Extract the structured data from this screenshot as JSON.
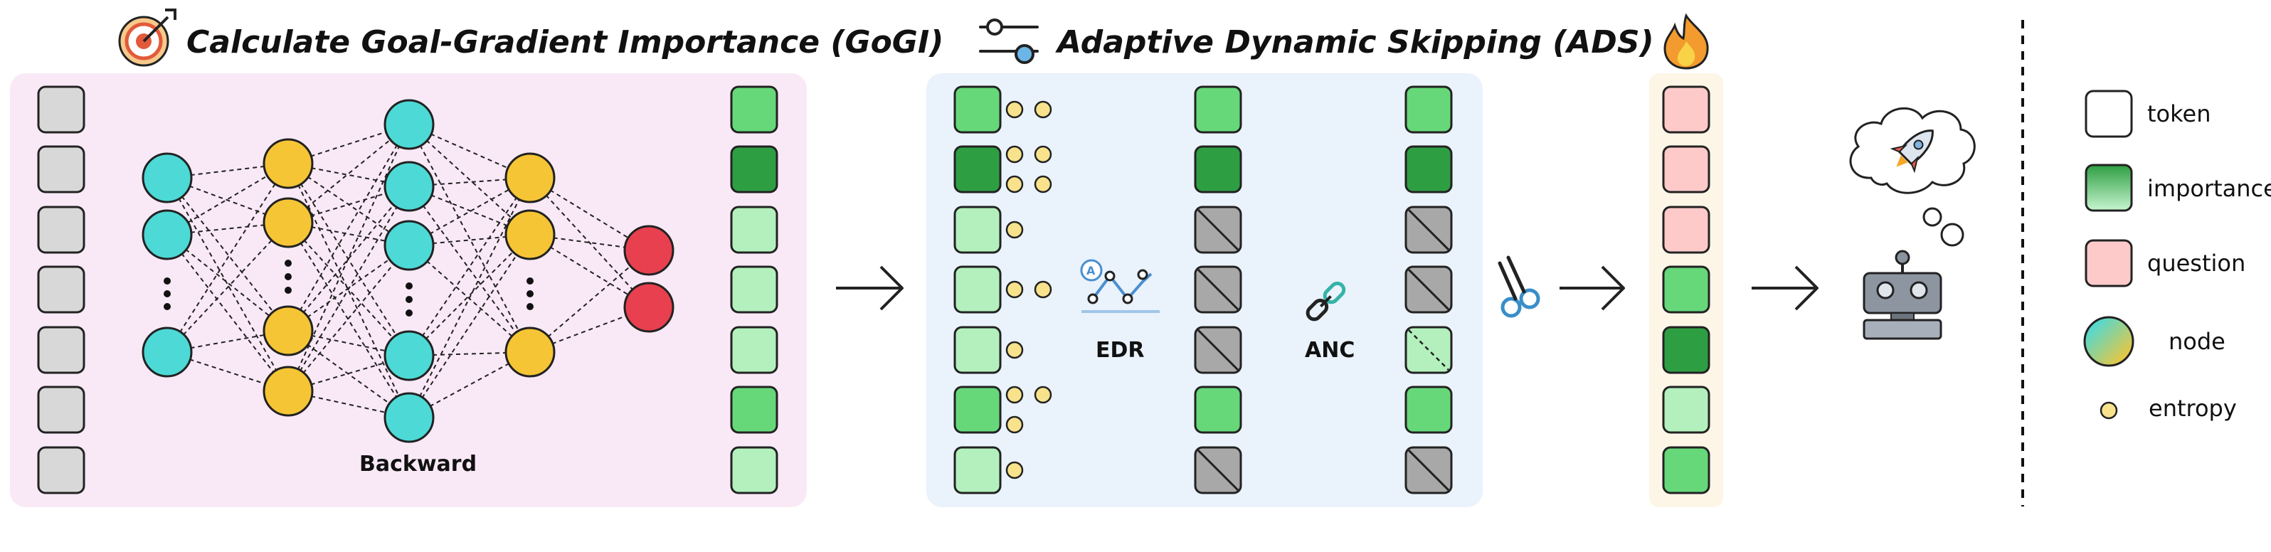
{
  "gogi": {
    "title": "Calculate Goal-Gradient Importance (GoGI)",
    "backward_label": "Backward"
  },
  "ads": {
    "title": "Adaptive Dynamic Skipping (ADS)",
    "edr_label": "EDR",
    "anc_label": "ANC"
  },
  "legend": {
    "token": "token",
    "importance": "importance",
    "question": "question",
    "node": "node",
    "entropy": "entropy"
  },
  "colors": {
    "gogi_bg": "#f9e9f6",
    "ads_bg": "#eaf2fb",
    "output_bg": "#fdf6e6",
    "gray_token": "#d8d8d8",
    "green_light": "#b3f0bd",
    "green_mid": "#66d879",
    "green_dark": "#2e9e43",
    "pink": "#fdc9c9",
    "cyan_node": "#4dd9d6",
    "yellow_node": "#f5c535",
    "red_node": "#e8404f",
    "entropy": "#f8e28c",
    "skipped": "#a8a8a8"
  },
  "icons": [
    "target-icon",
    "sliders-icon",
    "fire-icon",
    "scissors-icon",
    "chart-icon",
    "link-icon",
    "robot-icon",
    "rocket-icon",
    "thought-bubble-icon"
  ]
}
